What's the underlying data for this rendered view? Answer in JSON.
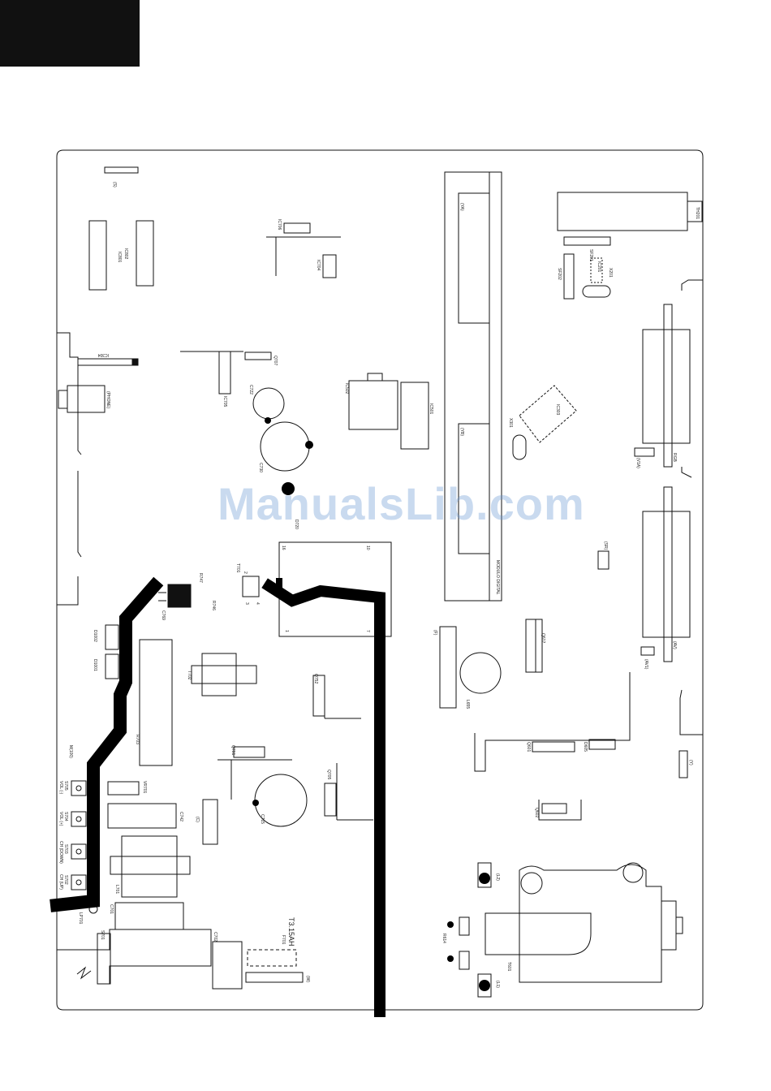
{
  "watermark": "ManualsLib.com",
  "labels": {
    "s": "(S)",
    "ic801": "IC801",
    "ic802": "IC802",
    "ic706": "IC706",
    "ic704": "IC704",
    "ic304": "IC304",
    "phone": "(PHONE)",
    "ic705": "IC705",
    "q707": "Q707",
    "c722": "C722",
    "c730": "C730",
    "d720": "D720",
    "ic501": "IC501",
    "ic502": "IC502",
    "ic503": "IC503",
    "ya": "(YA)",
    "yb": "(YB)",
    "modulo": "MODULO DIGITAL",
    "x301": "X301",
    "ic303": "IC303",
    "th201": "TH201",
    "sf201": "SF201",
    "sf202": "SF202",
    "ic201": "IC201",
    "x201": "X201",
    "scart1": "(V1A)",
    "r2b": "RGB",
    "sr": "(SR)",
    "av": "(AV)",
    "av1": "(AV1)",
    "f": "(F)",
    "l655": "L655",
    "q612": "Q612",
    "q601": "Q601",
    "d605": "D605",
    "q602": "Q602",
    "y": "(Y)",
    "r747": "R747",
    "t701": "T701",
    "r746": "R746",
    "c769": "C769",
    "t702": "T702",
    "d1002": "D1002",
    "d1001": "D1001",
    "r703": "R703",
    "q752": "Q752",
    "q701": "Q701",
    "c715": "C715",
    "q705": "Q705",
    "m100": "M(100)",
    "vol_down": "VOL (-)",
    "vol_up": "VOL (+)",
    "ch_down": "CH (DOWN)",
    "ch_up": "CH (UP)",
    "s705": "S705",
    "s704": "S704",
    "s703": "S703",
    "s702": "S702",
    "vr701": "VR701",
    "c742": "C742",
    "c3": "(C)",
    "l701": "L701",
    "lp701": "LP701",
    "c701": "C701",
    "s701": "S701",
    "c702": "C702",
    "f701": "F701",
    "fuse": "T3.15AH",
    "w": "(W)",
    "l2": "(L2)",
    "l1": "(L1)",
    "r614": "R614",
    "t601": "T601",
    "pin16": "16",
    "pin10": "10",
    "pin1": "1",
    "pin7": "7",
    "pin2": "2",
    "pin3": "3",
    "pin4": "4"
  }
}
